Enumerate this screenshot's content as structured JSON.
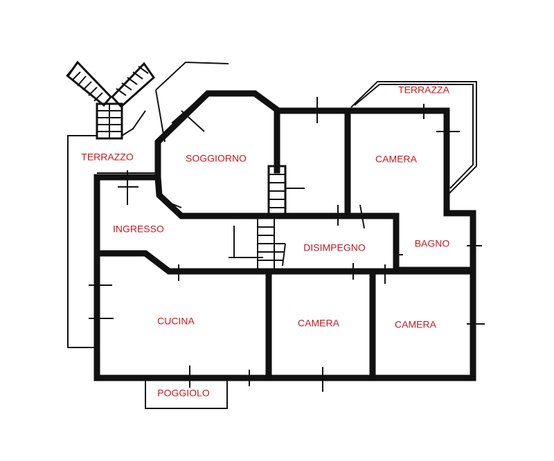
{
  "colors": {
    "label": "#c8161d",
    "wall": "#111111",
    "background": "#ffffff"
  },
  "rooms": {
    "terrazzo": "TERRAZZO",
    "soggiorno": "SOGGIORNO",
    "terrazza": "TERRAZZA",
    "camera_top": "CAMERA",
    "ingresso": "INGRESSO",
    "disimpegno": "DISIMPEGNO",
    "bagno": "BAGNO",
    "cucina": "CUCINA",
    "camera_mid": "CAMERA",
    "camera_right": "CAMERA",
    "poggiolo": "POGGIOLO"
  }
}
